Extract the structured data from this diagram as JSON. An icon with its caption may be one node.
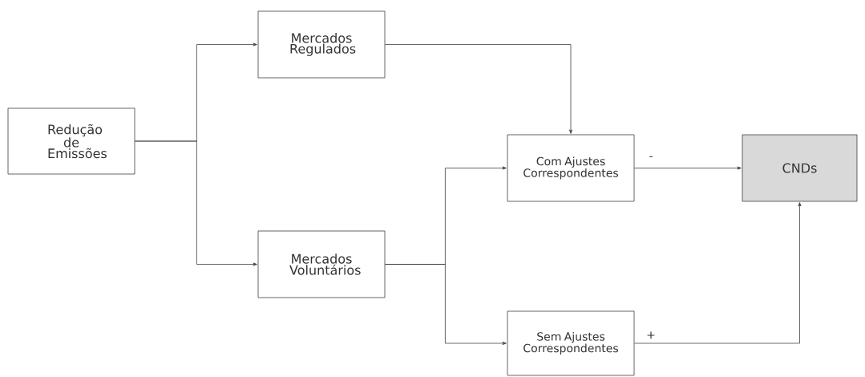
{
  "diagram": {
    "nodes": [
      {
        "text": [
          "Redução de Emissões"
        ]
      },
      {
        "text": [
          "Mercados Regulados"
        ]
      },
      {
        "text": [
          "Mercados Voluntários"
        ]
      },
      {
        "text": [
          "Com Ajustes Correspondentes"
        ]
      },
      {
        "text": [
          "CNDs"
        ]
      },
      {
        "text": [
          "Sem Ajustes Correspondentes"
        ]
      }
    ],
    "edges": [
      {
        "from": 0,
        "to": 1,
        "arrow": "to"
      },
      {
        "from": 0,
        "to": 2,
        "arrow": "to"
      },
      {
        "from": 1,
        "to": 3,
        "arrow": "to"
      },
      {
        "from": 2,
        "to": 3,
        "arrow": "to"
      },
      {
        "from": 2,
        "to": 5,
        "arrow": "to"
      },
      {
        "from": 3,
        "to": 4,
        "arrow": "to",
        "label": "-"
      },
      {
        "from": 5,
        "to": 4,
        "arrow": "to",
        "label": "+"
      }
    ]
  }
}
